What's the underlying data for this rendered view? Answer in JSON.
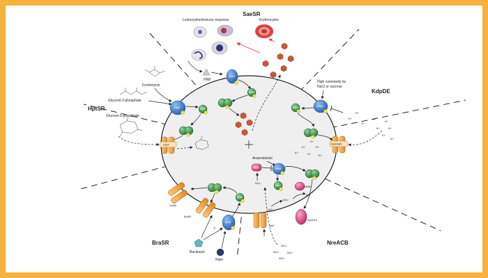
{
  "systems": {
    "saesr": "SaeSR",
    "kdpde": "KdpDE",
    "hptsr": "HptSR",
    "brasr": "BraSR",
    "nreacb": "NreACB"
  },
  "labels": {
    "leukocytes": "Leukocytes/immune response",
    "erythrocytes": "Erythrocytes",
    "hnp": "HNP",
    "osmolarity_line1": "High osmolarity by",
    "osmolarity_line2": "NaCl or sucrose",
    "fosfomycin": "Fosfomycin",
    "glycerol3p": "Glycerol-3-phosphate",
    "glucose6p": "Glucose-6-phosphate",
    "anaerobiosis": "Anaerobiosis",
    "no3": "NO₃⁻",
    "no2": "NO₂⁻",
    "no": "NO",
    "k_plus": "K+",
    "bacitracin": "Bacitracin",
    "nisin": "Nisin",
    "question": "?"
  },
  "proteins": {
    "saes": "SaeS",
    "saer": "SaeR",
    "kdpd": "KdpD",
    "kdpe": "KdpE",
    "kdpfabc": "KdpFABC",
    "hpts": "HptS",
    "hptr": "HptR",
    "uhpt": "UhpT",
    "bras": "BraS",
    "brar": "BraR",
    "brade": "BraDE",
    "vrade": "VraDE",
    "nrea": "NreA",
    "nreb": "NreB",
    "nrec": "NreC",
    "narghi": "NarGHJI",
    "nart": "NarT",
    "nirbd": "NirBD",
    "p": "P"
  },
  "colors": {
    "frame": "#f7b13c",
    "cell_fill": "#efefef",
    "hk_blue": "#3d7ac6",
    "rr_green": "#3f9a4f",
    "transporter_orange": "#f0a94a",
    "toxin_red": "#c9573a",
    "phospho_yellow": "#f2e44a",
    "pink": "#e6508f",
    "arrow_red": "#e53b3b",
    "bacitracin_teal": "#66b6c6",
    "nisin_navy": "#2e3a70"
  }
}
